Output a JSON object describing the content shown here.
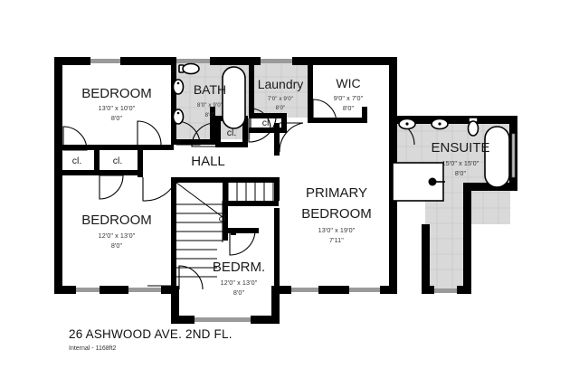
{
  "document": {
    "type": "floor-plan",
    "title": "26 ASHWOOD AVE. 2ND FL.",
    "subtitle": "Internal - 1168ft2"
  },
  "rooms": [
    {
      "id": "bedroom-top-left",
      "name": "BEDROOM",
      "dimensions": "13'0\" x 10'0\"",
      "ceiling": "8'0\""
    },
    {
      "id": "bath",
      "name": "BATH",
      "dimensions": "8'0\" x 9'0\"",
      "ceiling": "8'0\""
    },
    {
      "id": "laundry",
      "name": "Laundry",
      "dimensions": "7'0\" x 9'0\"",
      "ceiling": "8'0\""
    },
    {
      "id": "wic",
      "name": "WIC",
      "dimensions": "9'0\" x 7'0\"",
      "ceiling": "8'0\""
    },
    {
      "id": "ensuite",
      "name": "ENSUITE",
      "dimensions": "15'0\" x 15'0\"",
      "ceiling": "8'0\""
    },
    {
      "id": "hall",
      "name": "HALL",
      "dimensions": "",
      "ceiling": ""
    },
    {
      "id": "primary-bedroom",
      "name_line1": "PRIMARY",
      "name_line2": "BEDROOM",
      "dimensions": "13'0\" x 19'0\"",
      "ceiling": "7'11\""
    },
    {
      "id": "bedroom-bottom-left",
      "name": "BEDROOM",
      "dimensions": "12'0\" x 13'0\"",
      "ceiling": "8'0\""
    },
    {
      "id": "bedrm-bottom",
      "name": "BEDRM.",
      "dimensions": "12'0\" x 13'0\"",
      "ceiling": "8'0\""
    }
  ],
  "closets": [
    {
      "id": "closet-left-1",
      "label": "cl."
    },
    {
      "id": "closet-left-2",
      "label": "cl."
    },
    {
      "id": "closet-hall",
      "label": "cl."
    },
    {
      "id": "closet-laundry",
      "label": "cl."
    },
    {
      "id": "closet-stair",
      "label": "cl."
    }
  ],
  "fixtures": [
    {
      "id": "bath-toilet",
      "name": "toilet-icon"
    },
    {
      "id": "bath-sink-upper",
      "name": "sink-icon"
    },
    {
      "id": "bath-sink-lower",
      "name": "sink-icon"
    },
    {
      "id": "bath-tub",
      "name": "bathtub-icon"
    },
    {
      "id": "ensuite-sink-1",
      "name": "sink-icon"
    },
    {
      "id": "ensuite-sink-2",
      "name": "sink-icon"
    },
    {
      "id": "ensuite-toilet",
      "name": "toilet-icon"
    },
    {
      "id": "ensuite-tub",
      "name": "bathtub-icon"
    },
    {
      "id": "ensuite-shower",
      "name": "shower-icon"
    }
  ],
  "features": [
    {
      "id": "staircase",
      "name": "staircase"
    }
  ],
  "colors": {
    "wall": "#000000",
    "window": "#9a9a9a",
    "tile_fill": "#d9d9d9",
    "background": "#ffffff",
    "text": "#1a1a1a"
  }
}
